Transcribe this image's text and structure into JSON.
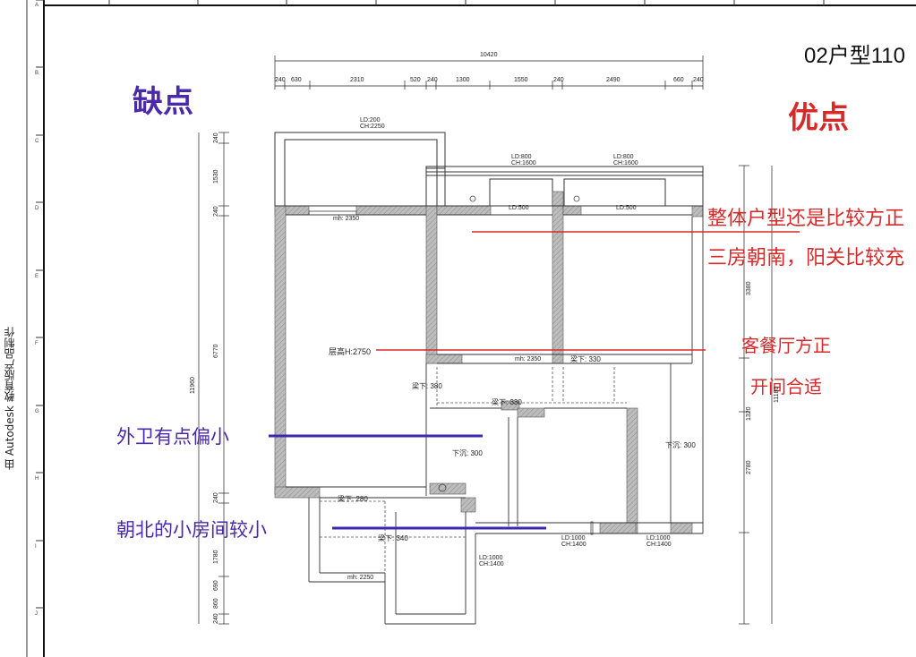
{
  "side_note": "由 Autodesk 教育版产品制作",
  "title": "02户型110",
  "headings": {
    "cons": "缺点",
    "pros": "优点"
  },
  "cons": [
    "外卫有点偏小",
    "朝北的小房间较小"
  ],
  "pros": [
    "整体户型还是比较方正",
    "三房朝南，阳关比较充",
    "客餐厅方正",
    "开间合适"
  ],
  "grid_letters": [
    "A",
    "B",
    "C",
    "D",
    "E",
    "F",
    "G",
    "H",
    "I",
    "J"
  ],
  "plan": {
    "overall_width": "10420",
    "top_dims": [
      "240",
      "630",
      "2310",
      "520",
      "240",
      "1300",
      "1550",
      "240",
      "2490",
      "660",
      "240"
    ],
    "left_dims": [
      "240",
      "1530",
      "240",
      "6770",
      "240",
      "1780",
      "690",
      "860",
      "240"
    ],
    "left_total": "11960",
    "right_dims": [
      "3380",
      "1320",
      "2780"
    ],
    "right_total": "11180",
    "labels": {
      "ld200": "LD:200",
      "ch2250": "CH:2250",
      "ld800": "LD:800",
      "ch1600": "CH:1600",
      "ld500": "LD:500",
      "mh2350": "mh: 2350",
      "floor_height": "层高H:2750",
      "beam330": "梁下: 330",
      "beam380": "梁下: 380",
      "beam280": "梁下: 280",
      "beam340": "梁下: 340",
      "sink300": "下沉: 300",
      "mh2250": "mh: 2250",
      "ld1000": "LD:1000",
      "ch1400": "CH:1400"
    }
  },
  "colors": {
    "cons": "#4a2aa8",
    "pros": "#d62a2a",
    "cons_line": "#3a28b0",
    "pros_line": "#d62a2a"
  }
}
